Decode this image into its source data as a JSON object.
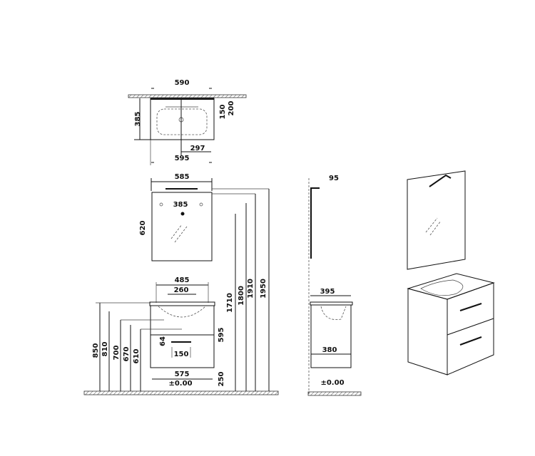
{
  "top_view": {
    "width_top": "590",
    "depth": "385",
    "offset_1": "150",
    "offset_2": "200",
    "drain_offset": "297",
    "width_bottom": "595"
  },
  "mirror_front": {
    "width": "585",
    "light_width": "385",
    "height": "620"
  },
  "cabinet_front": {
    "basin_width": "485",
    "bowl_width": "260",
    "drawer_height": "64",
    "handle_width": "150",
    "cabinet_width": "575",
    "floor_level": "±0.00",
    "heights_left": [
      "850",
      "810",
      "700",
      "670",
      "610"
    ],
    "heights_right": [
      "595",
      "250",
      "1710",
      "1800",
      "1910",
      "1950"
    ]
  },
  "side_view": {
    "mirror_depth": "95",
    "top_depth": "395",
    "cabinet_depth": "380",
    "floor_level": "±0.00"
  },
  "colors": {
    "line": "#111111",
    "background": "#ffffff"
  }
}
